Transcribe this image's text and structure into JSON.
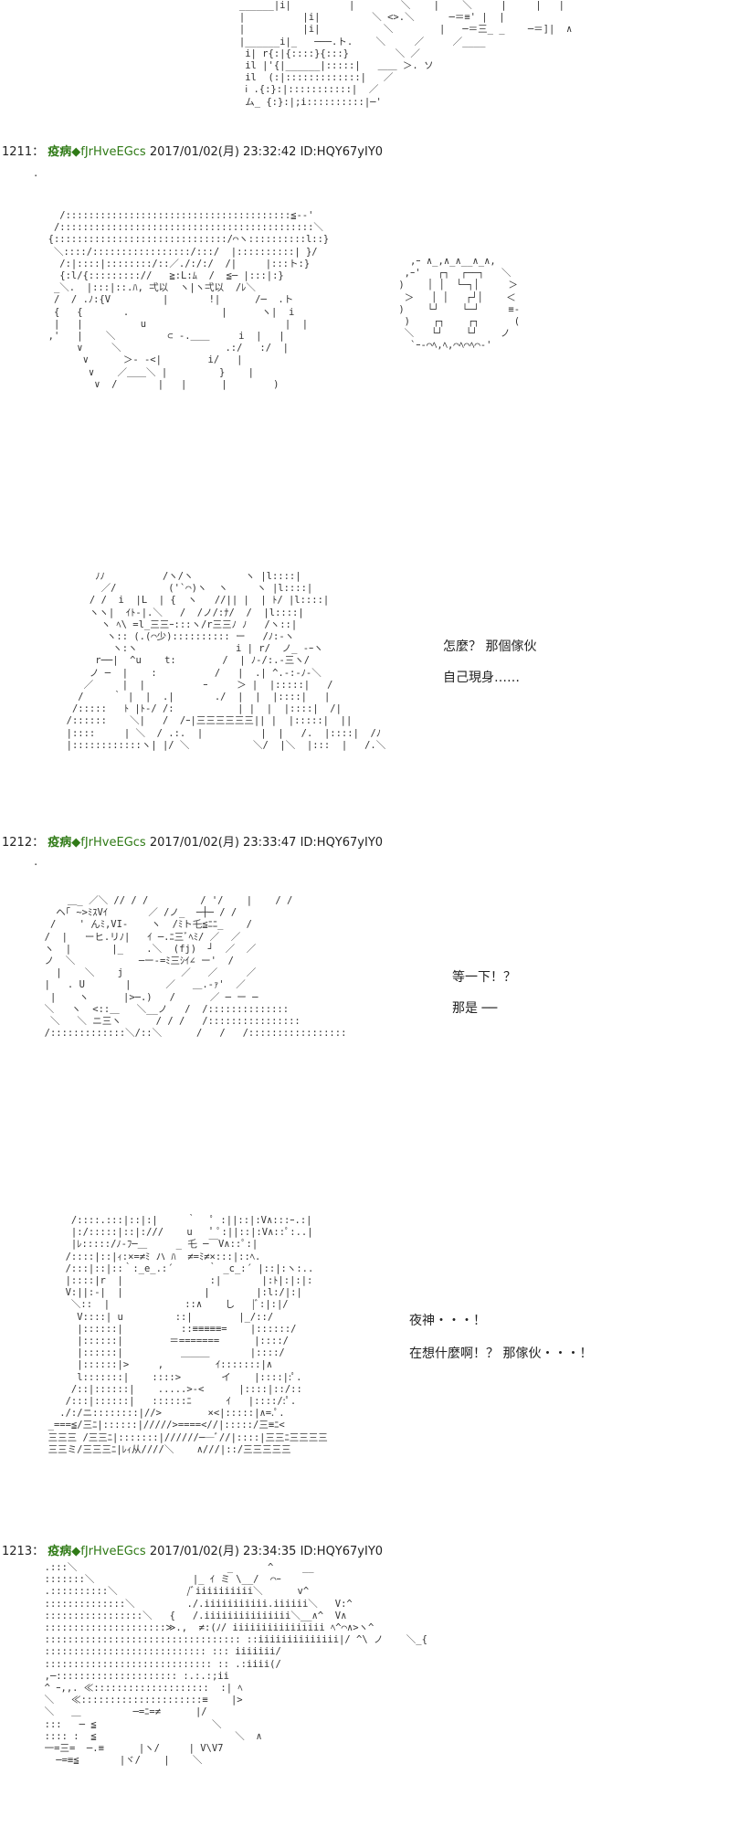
{
  "posts": [
    {
      "number": "1211",
      "sep": "：",
      "name": "疫病",
      "mark": "◆",
      "trip": "fJrHveEGcs",
      "datetime": "2017/01/02(月) 23:32:42",
      "id": "ID:HQY67yIY0"
    },
    {
      "number": "1212",
      "sep": "：",
      "name": "疫病",
      "mark": "◆",
      "trip": "fJrHveEGcs",
      "datetime": "2017/01/02(月) 23:33:47",
      "id": "ID:HQY67yIY0"
    },
    {
      "number": "1213",
      "sep": "：",
      "name": "疫病",
      "mark": "◆",
      "trip": "fJrHveEGcs",
      "datetime": "2017/01/02(月) 23:34:35",
      "id": "ID:HQY67yIY0"
    }
  ],
  "dialogs": {
    "d1_line1": "怎麼？ 那個傢伙",
    "d1_line2": "自己現身……",
    "d2_line1": "等一下！？",
    "d2_line2": "那是 ──",
    "d3_line1": "夜神・・・！",
    "d3_line2": "在想什麼啊！？ 那傢伙・・・！"
  },
  "art": {
    "top": "         ______|i|          |        ＼    |    ＼     |     |   |\n         |          |i|         ＼ <>.＼      ─＝≡' |  |\n         |          |i|           ＼        |   ─＝三_ _    ─＝]|  ∧\n         |______i|_   ───.ト.    ＼     ／     ／____\n          i| r{:|{::::}{:::}        ＼ ／\n          il |'{|______|:::::|   ＿＿ ＞. ソ\n          il  (:|:::::::::::::|   ／\n          ⅰ .{:}:|:::::::::::|  ／\n          ム_ {:}:|;i::::::::::|─'",
    "face1": "    /:::::::::::::::::::::::::::::::::::::::≦--'\n   /::::::::::::::::::::::::::::::::::::::::::::＼\n  {::::::::::::::::::::::::::::::/⌒ヽ::::::::::l::}\n   ＼::::/:::::::::::::::::/:::/  |::::::::::| }/\n    /:|::::|::::::::/::／./:/:/  /|     |:::ト:}\n    {:l/{::::::::://   ≧:L:ﾑ  /  ≦─ |:::|:}\n   _＼.  |:::|::.ﾊ, 弌以  ヽ|ヽ弌以  /ﾚ＼\n   /  / .ﾉ:{V         |       !|      /─  .ト\n   {   {       .                |      ヽ|  i\n   |   |          u                        |  |\n  ,'   |    ＼         ⊂ -.＿＿     i  |   |\n       ∨     ＼                  .:/   :/  |\n        ∨      ＞- -<|        i/   |\n         ∨    ／＿＿＼ |         }    |\n          ∨  /       |   |      |        )",
    "exclaim": "   ,ｰ ∧_,∧_∧__∧_∧,\n  ,ｰ'   ┌┐  ┌──┐   ＼\n )    │ │  └─┐│     ＞\n  ＞   │ │   ┌┘│    ＜\n )    └┘    └─┘     ≡-\n  )    ┌┐    ┌┐      (\n  ＼   └┘    └┘    ノ\n   `ｰ-⌒ﾍ,ﾍ,⌒ﾍ⌒ﾍ⌒-'",
    "light": "       ﾉﾉ          /ヽ/ヽ         ヽ |l::::|\n        ／/         ('`⌒)ヽ  ヽ     ヽ |l::::|\n      / /  i  |L  | {  ヽ   //|| |  | ﾄ/ |l::::|\n      ヽヽ|  ｲﾄ-|.＼   /  /ノ/:ﾅ/  /  |l::::|\n        ヽ ﾍ\\ =l_三三ｰ:::ヽ/r三三ﾉ ﾉ   /ヽ::|\n         ヽ:: (.(⌒少):::::::::: ー   /ﾉ:-ヽ\n          ヽ:ヽ                 i | r/  ノ_ -ｰヽ\n       r──|  ^u    t:        /  | ﾉ-/:.-三ヽ/\n      ノ ─  |    :          /   |  .| ^.-:-ﾉ-＼\n     ／     |  |          ｰ     ＞ |  |:::::|   /\n    /     ｀ |  |  .|       ./  |  |  |::::|   |\n   /:::::   ﾄ |ﾄ-/ /:           | |  |  |::::|  /|\n  /::::::    ＼|   /  /ｰ|三三三三三三|| |  |:::::|  ||\n  |::::     | ＼  / .:.  |          |  |   /.  |::::|  /ﾉ\n  |::::::::::::ヽ| |/ ＼           ＼/  |＼  |:::  |   /.＼",
    "surprised": "      ＿_ ／＼ // / /         / '/    |    / /\n    ヘ｢ ~>ﾐｽVｲ       ／ /ノ_  ─┼─ / /\n   /    ' んﾐ,VI-    ヽ  /ﾐト乇≦ﾆﾆ_    /\n  /  |   ーヒ.リﾉ|   ｲ ─.ﾆ三ﾞﾍﾐ/ ／  ／\n  ヽ  |       |_    .＼  (fj)  ┘  ／  ／\n  ノ  ＼           ─ー‐=ﾐ三ｼｲ∠ ー'  /\n    |    ＼    j          ／   ／     ／\n  |   . U       |      ／   ＿.-ｧ'  ／\n   |    ヽ      |>─.)   /      ／ ─ ー ─\n  ＼   ヽ  <::＿   ＼__ノ   /  /::::::::::::::\n   ＼   ＼ ニ三ヽ      / / /   /::::::::::::::::\n  /:::::::::::::＼/::＼      /   /   /:::::::::::::::::",
    "worried": "      /::::.:::|::|:|     ｀   ﾟ :||::|:V∧:::ｰ.:|\n      |:/:::::|::|:///    u   ﾟ ﾟ:||::|:V∧::ﾟ:..|\n      |ﾚ:::::/ﾉ-ﾌ─＿     _ 乇 ─￣V∧::ﾟ:|\n     /::::|::|ｨ:×=≠ﾐ ハ ﾊ  ≠=ﾐ≠×:::|::ﾍ.\n     /:::|::|::｀:_e_.:´      ｀ _c_:´ |::|:ヽ:..\n     |::::|r  |               :|       |:ﾄ|:|:|:\n     V:||:-|  |              |        |:l:/|:|\n      ＼::  |             ::∧    し   |ﾞ:|:|/\n       V::::| u         ::|        |_/::/\n       |::::::|          ::≡≡≡≡≡=    |::::::/\n       |::::::|        ＝=======      |::::/\n       |::::::|          ＿＿＿       |::::/\n       |::::::|>     ,         ｲ:::::::|∧\n       l:::::::|    ::::>       イ    |::::|:ﾟ.\n      /::|::::::|    .....>-<      |::::|::/::\n     /:::|::::::|   ::::::ﾆ      ｲ   |::::/:ﾟ.\n    ./:/ニ::::::::|//>        ×<|:::::|∧=.ﾟ.\n  _===≦/三ﾆ|::::::|/////>====<//|:::::/三≡ﾆ<\n  三三三 /三三ﾆ|:::::::|//////──ﾞ//|::::|三三ﾆ三三三三\n  三三ミ/三三三ﾆ|ﾚｨ从////＼    ∧///|::/三三三三三",
    "bottom": "  .:::＼                          _      ^     __\n  :::::::＼                 |_ ｲ ミ \\__/  ⌒ｰ\n  .::::::::::＼            /ﾞiiiiiiiiii＼      v^\n  ::::::::::::::＼         ./.iiiiiiiiiii.iiiiii＼   V:^\n  :::::::::::::::::＼   {   /.iiiiiiiiiiiiiii＼__∧^  V∧\n  :::::::::::::::::::::≫.,  ≠:(ﾉ/ iiiiiiiiiiiiiiii ﾍ^⌒∧>ヽ^\n  :::::::::::::::::::::::::::::::::: ::iiiiiiiiiiiiii|/ ^\\ ノ    ＼_{\n  :::::::::::::::::::::::::::: ::: iiiiiii/\n  ::::::::::::::::::::::::::::: :: .:iiii(/\n  ,─::::::::::::::::::::: :.:.:;ii\n  ^ ｰ,,. ≪::::::::::::::::::::  :| ﾍ\n  ＼   ≪:::::::::::::::::::::≡    |>\n  ＼   ＿         ─=ﾆ=≠      |/\n  :::   ─ ≦                    ＼\n  :::: :  ≦                        ＼  ∧\n  一=三=  ─.≡      |ヽ/     | V\\V7\n    ─=≡≦       |ヾ/    |    ＼"
  }
}
